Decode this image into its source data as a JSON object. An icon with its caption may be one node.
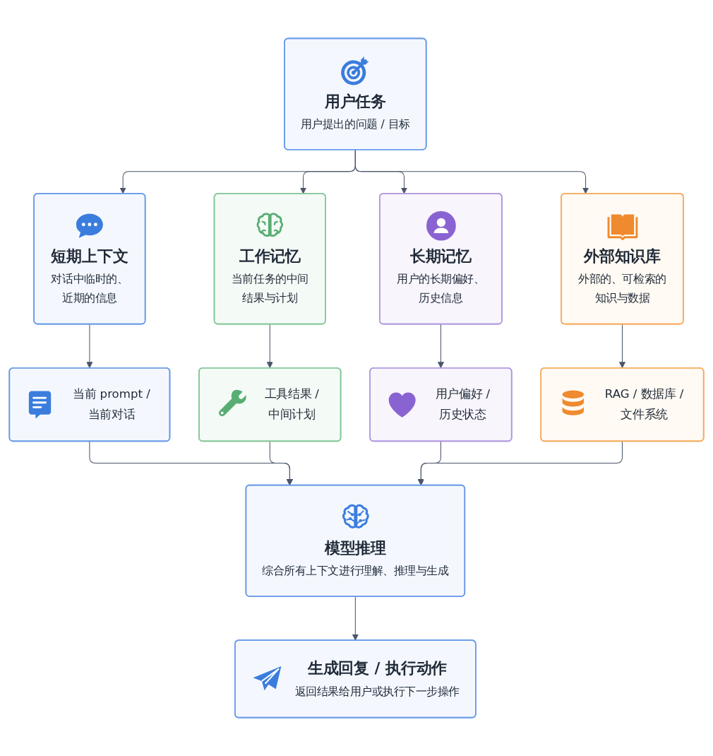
{
  "diagram": {
    "nodes": [
      {
        "text": [
          "用户任务",
          "用户提出的问题 / 目标"
        ]
      },
      {
        "text": [
          "短期上下文",
          "对话中临时的、近期的信息"
        ]
      },
      {
        "text": [
          "工作记忆",
          "当前任务的中间结果与计划"
        ]
      },
      {
        "text": [
          "长期记忆",
          "用户的长期偏好、历史信息"
        ]
      },
      {
        "text": [
          "外部知识库",
          "外部的、可检索的知识与数据"
        ]
      },
      {
        "text": [
          "当前 prompt / 当前对话"
        ]
      },
      {
        "text": [
          "工具结果 / 中间计划"
        ]
      },
      {
        "text": [
          "用户偏好 / 历史状态"
        ]
      },
      {
        "text": [
          "RAG / 数据库 / 文件系统"
        ]
      },
      {
        "text": [
          "模型推理",
          "综合所有上下文进行理解、推理与生成"
        ]
      },
      {
        "text": [
          "生成回复 / 执行动作",
          "返回结果给用户或执行下一步操作"
        ]
      }
    ],
    "edges": [
      {
        "from": 0,
        "to": 1,
        "arrow": "to"
      },
      {
        "from": 0,
        "to": 2,
        "arrow": "to"
      },
      {
        "from": 0,
        "to": 3,
        "arrow": "to"
      },
      {
        "from": 0,
        "to": 4,
        "arrow": "to"
      },
      {
        "from": 1,
        "to": 5,
        "arrow": "to"
      },
      {
        "from": 2,
        "to": 6,
        "arrow": "to"
      },
      {
        "from": 3,
        "to": 7,
        "arrow": "to"
      },
      {
        "from": 4,
        "to": 8,
        "arrow": "to"
      },
      {
        "from": 5,
        "to": 9,
        "arrow": "to"
      },
      {
        "from": 6,
        "to": 9,
        "arrow": "to"
      },
      {
        "from": 7,
        "to": 9,
        "arrow": "to"
      },
      {
        "from": 8,
        "to": 9,
        "arrow": "to"
      },
      {
        "from": 9,
        "to": 10,
        "arrow": "to"
      }
    ]
  }
}
